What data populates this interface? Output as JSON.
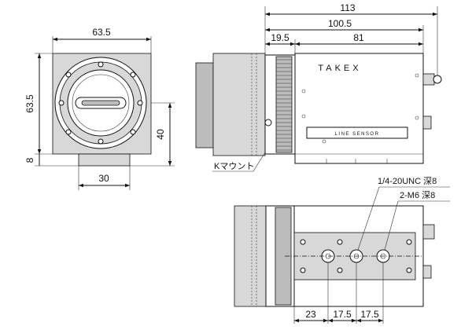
{
  "dimensions": {
    "front_width": "63.5",
    "front_height": "63.5",
    "base_height": "8",
    "mount_height": "40",
    "mount_width": "30",
    "total_length": "113",
    "body_length": "100.5",
    "flange": "19.5",
    "housing": "81",
    "hole_pitch_1": "23",
    "hole_pitch_2": "17.5",
    "hole_pitch_3": "17.5"
  },
  "labels": {
    "brand": "TAKEX",
    "line_sensor": "LINE SENSOR",
    "k_mount": "Kマウント",
    "tripod_hole": "1/4-20UNC 深8",
    "m6_holes": "2-M6 深8"
  },
  "colors": {
    "line": "#111111",
    "body_fill": "#d8d8d8",
    "background": "#ffffff"
  }
}
